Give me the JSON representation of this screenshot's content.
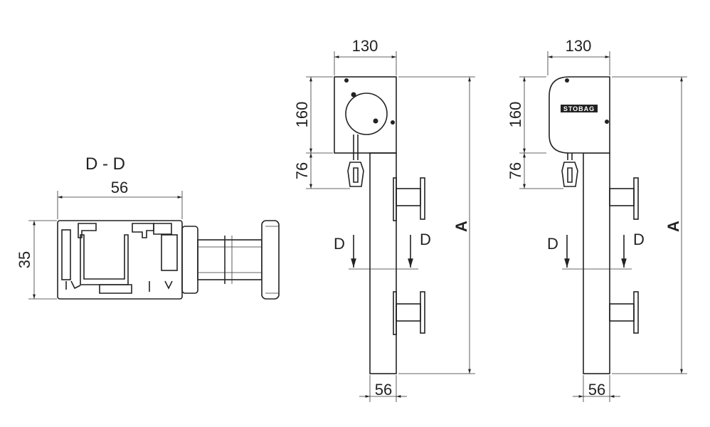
{
  "section": {
    "title": "D - D",
    "width": "56",
    "height": "35"
  },
  "view_left": {
    "width_top": "130",
    "height_box": "160",
    "height_hook": "76",
    "total": "A",
    "width_bottom": "56",
    "cut_left": "D",
    "cut_right": "D"
  },
  "view_right": {
    "width_top": "130",
    "height_box": "160",
    "height_hook": "76",
    "total": "A",
    "width_bottom": "56",
    "cut_left": "D",
    "cut_right": "D",
    "logo": "STOBAG"
  },
  "colors": {
    "line": "#222222",
    "background": "#ffffff"
  }
}
